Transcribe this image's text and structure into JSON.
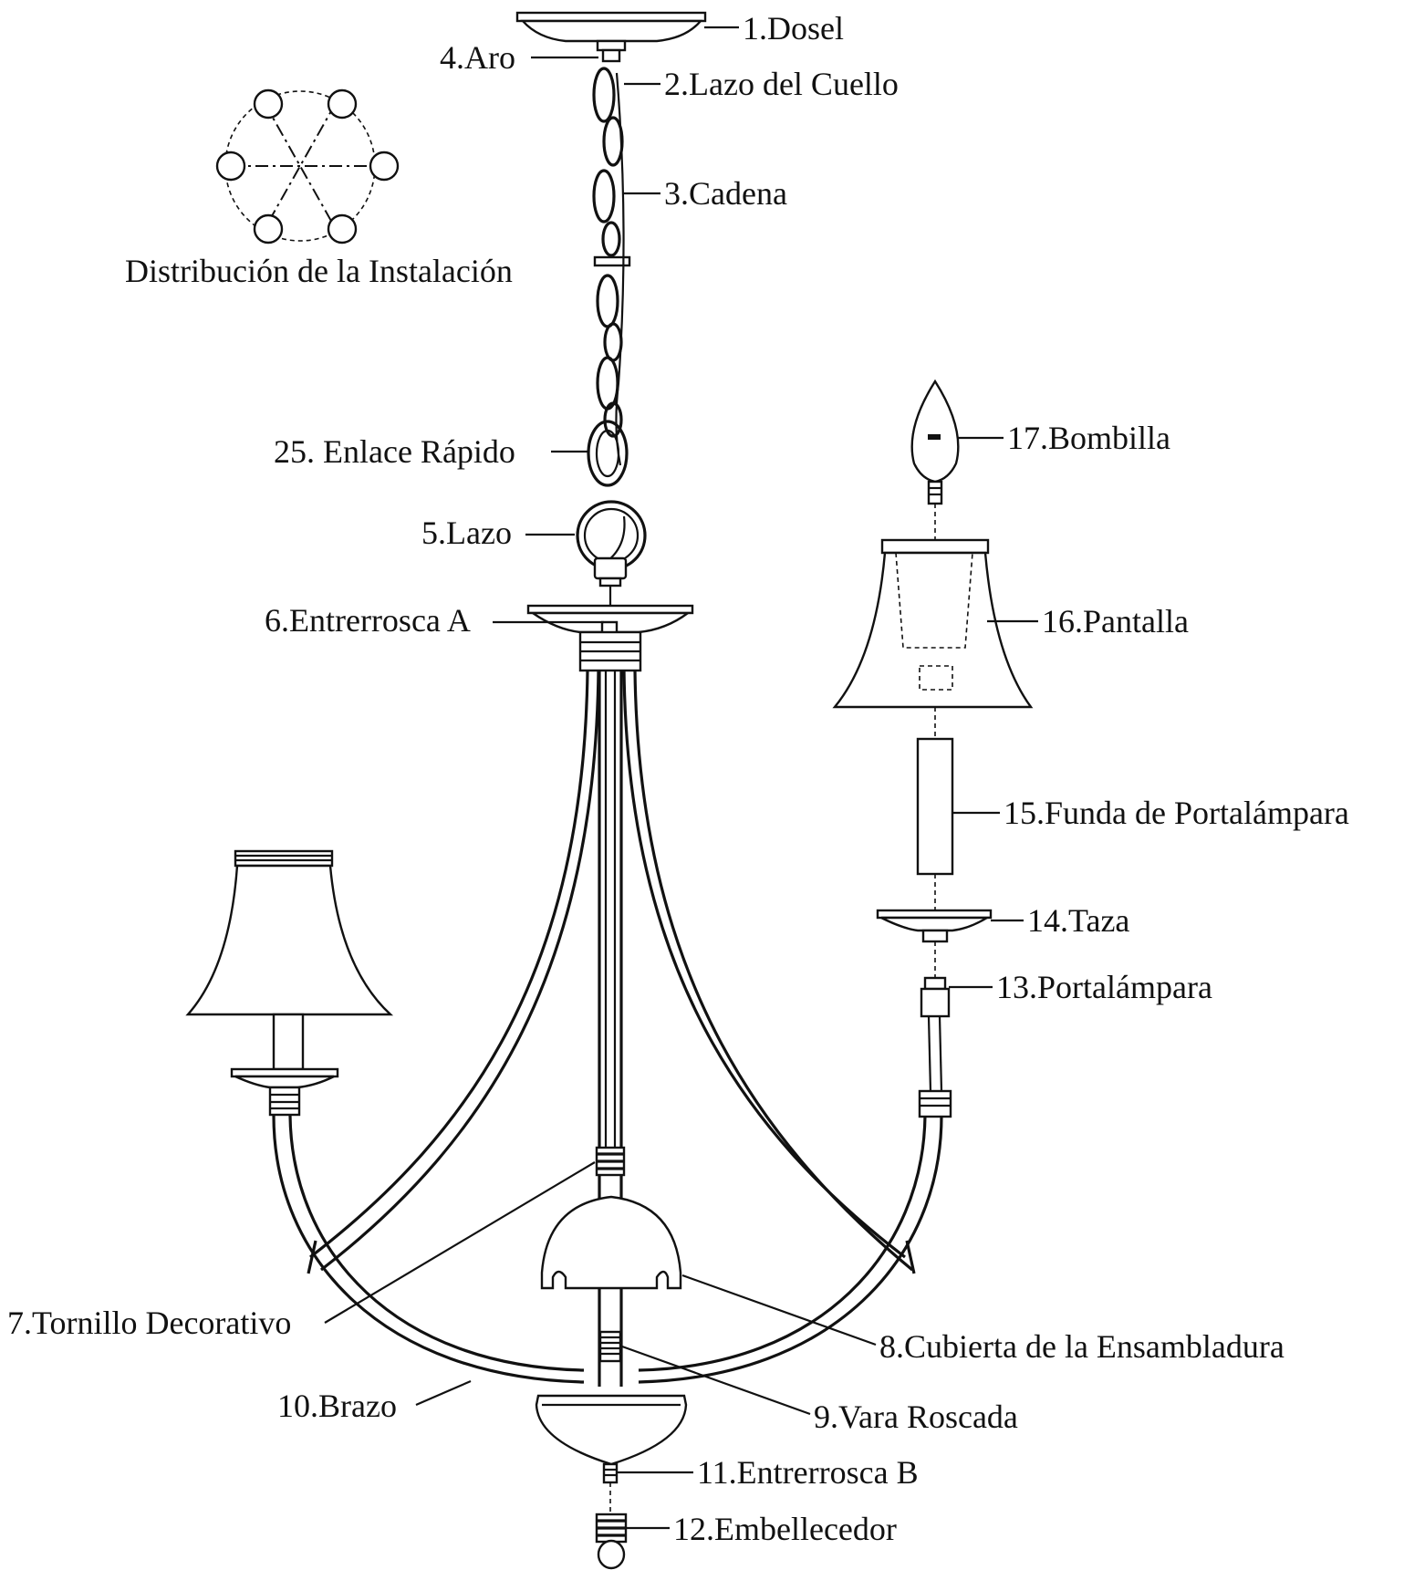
{
  "caption": "Distribución de la Instalación",
  "parts": [
    {
      "id": "p1",
      "label": "1.Dosel"
    },
    {
      "id": "p2",
      "label": "2.Lazo del Cuello"
    },
    {
      "id": "p3",
      "label": "3.Cadena"
    },
    {
      "id": "p4",
      "label": "4.Aro"
    },
    {
      "id": "p5",
      "label": "5.Lazo"
    },
    {
      "id": "p6",
      "label": "6.Entrerrosca A"
    },
    {
      "id": "p7",
      "label": "7.Tornillo Decorativo"
    },
    {
      "id": "p8",
      "label": "8.Cubierta de la Ensambladura"
    },
    {
      "id": "p9",
      "label": "9.Vara Roscada"
    },
    {
      "id": "p10",
      "label": "10.Brazo"
    },
    {
      "id": "p11",
      "label": "11.Entrerrosca B"
    },
    {
      "id": "p12",
      "label": "12.Embellecedor"
    },
    {
      "id": "p13",
      "label": "13.Portalámpara"
    },
    {
      "id": "p14",
      "label": "14.Taza"
    },
    {
      "id": "p15",
      "label": "15.Funda de Portalámpara"
    },
    {
      "id": "p16",
      "label": "16.Pantalla"
    },
    {
      "id": "p17",
      "label": "17.Bombilla"
    },
    {
      "id": "p25",
      "label": "25. Enlace Rápido"
    }
  ]
}
